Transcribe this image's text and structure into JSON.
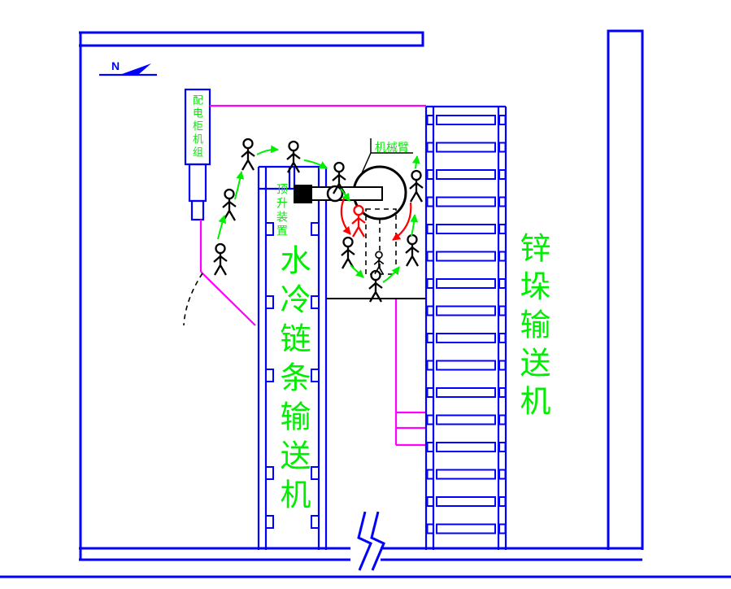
{
  "diagram": {
    "type": "factory-layout-plan",
    "north_label": "N"
  },
  "labels": {
    "power_cabinet": "配电柜机组",
    "jacking_device": "顶升装置",
    "robot_arm": "机械臂",
    "water_cooled_chain_conveyor": "水冷链条输送机",
    "zinc_stack_conveyor": "锌垛输送机"
  },
  "colors": {
    "blue": "#0000ff",
    "magenta": "#ff00ff",
    "green": "#00ee00",
    "red": "#ff0000",
    "black": "#000000"
  },
  "zinc_conveyor": {
    "rung_count": 16
  },
  "workers": {
    "count_black": 10,
    "count_red": 1
  }
}
